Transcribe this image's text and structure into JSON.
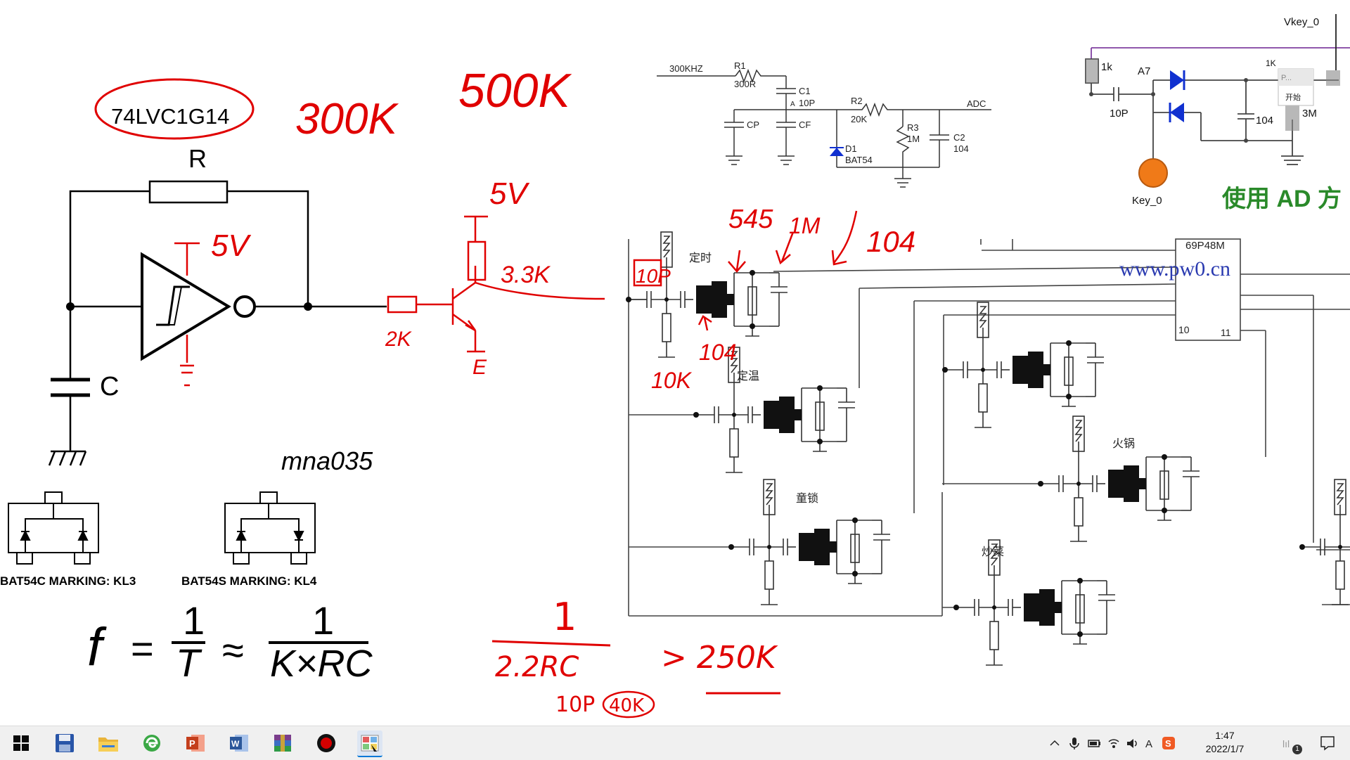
{
  "notes": {
    "chip_label": "74LVC1G14",
    "freq_300k": "300K",
    "freq_500k": "500K",
    "resistor_R": "R",
    "capacitor_C": "C",
    "supply_5v_gate": "5V",
    "supply_5v_transistor": "5V",
    "res_2k": "2K",
    "res_3k3": "3.3K",
    "emitter_E": "E",
    "cap_10p": "10P",
    "ic_545": "545",
    "res_1m": "1M",
    "cap_104_top": "104",
    "cap_104_bottom": "104",
    "res_10k": "10K",
    "ic_name": "mna035",
    "bat54c_marking": "BAT54C MARKING: KL3",
    "bat54s_marking": "BAT54S MARKING: KL4",
    "formula_num": "1",
    "formula_den": "2.2RC",
    "formula_result": "> 250K",
    "formula_vals_10p": "10P",
    "formula_vals_40k": "40K"
  },
  "schematic_top": {
    "src_label": "300KHZ",
    "r1": "R1",
    "r1_val": "300R",
    "c1": "C1",
    "c1_val": "10P",
    "c1_a": "A",
    "cp": "CP",
    "cf": "CF",
    "r2": "R2",
    "r2_val": "20K",
    "adc": "ADC",
    "d1": "D1",
    "d1_val": "BAT54",
    "r3": "R3",
    "r3_val": "1M",
    "c2": "C2",
    "c2_val": "104"
  },
  "schematic_right": {
    "vkey": "Vkey_0",
    "r_1k": "1k",
    "a7": "A7",
    "c_10p": "10P",
    "c_104": "104",
    "r_3m": "3M",
    "r_1k_top": "1K",
    "key": "Key_0",
    "caption": "使用 AD 方",
    "popup_p": "P...",
    "popup_start": "开始"
  },
  "schematic_main": {
    "chip": "69P48M",
    "pin10": "10",
    "pin11": "11",
    "watermark": "www.pw0.cn",
    "label_timer": "定时",
    "label_temp": "定温",
    "label_hotpot": "火锅",
    "label_childlock": "童锁",
    "label_stirfry": "炒菜"
  },
  "formula": {
    "f": "f",
    "eq": "=",
    "one1": "1",
    "T": "T",
    "approx": "≈",
    "one2": "1",
    "KRC": "K×RC"
  },
  "taskbar": {
    "items": [
      {
        "name": "start-button",
        "icon": "windows-icon"
      },
      {
        "name": "save-app",
        "icon": "floppy-icon"
      },
      {
        "name": "file-explorer",
        "icon": "folder-icon"
      },
      {
        "name": "browser",
        "icon": "browser-icon"
      },
      {
        "name": "powerpoint",
        "icon": "powerpoint-icon"
      },
      {
        "name": "word",
        "icon": "word-icon"
      },
      {
        "name": "winrar",
        "icon": "archive-icon"
      },
      {
        "name": "recorder",
        "icon": "record-icon"
      },
      {
        "name": "paint-app",
        "icon": "paint-icon"
      }
    ],
    "time": "1:47",
    "date": "2022/1/7",
    "notification_count": "1",
    "colors": {
      "accent": "#0078d7",
      "record": "#d40000"
    }
  }
}
